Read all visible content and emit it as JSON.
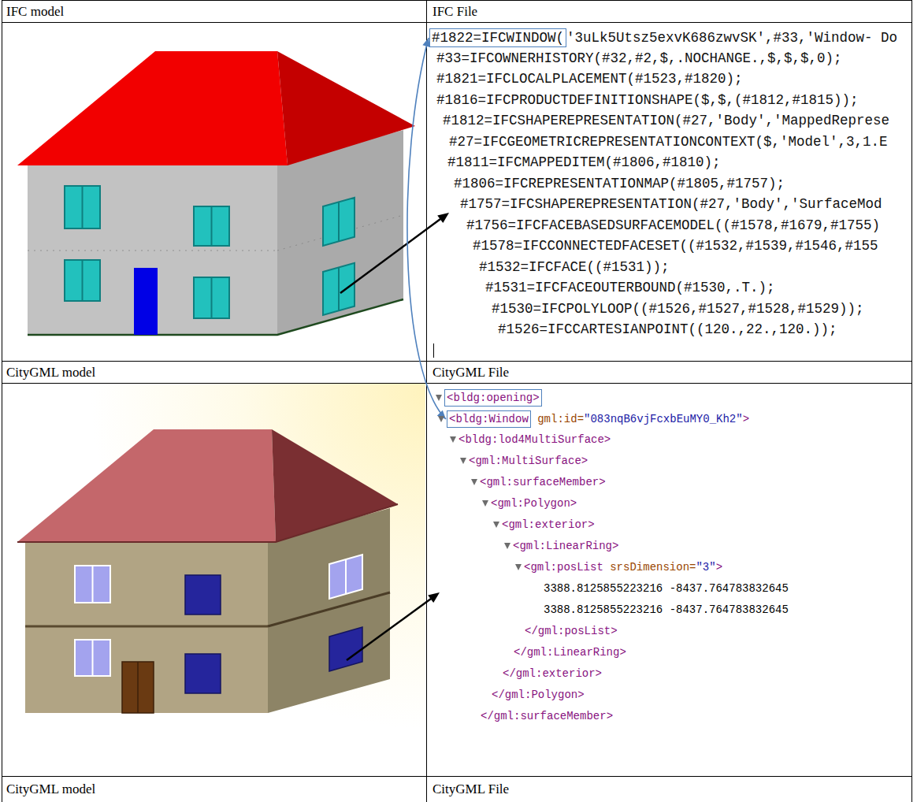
{
  "diagram": {
    "nodes": [
      {
        "text": [
          "#1822=IFCWINDOW("
        ]
      },
      {
        "text": [
          "<bldg:opening>"
        ]
      },
      {
        "text": [
          "<bldg:Window"
        ]
      }
    ],
    "edges": [
      {
        "from": 0,
        "to": 2,
        "arrow": "both"
      }
    ],
    "labels": [
      "IFC model",
      "IFC File",
      "CityGML model",
      "CityGML File",
      "CityGML model",
      "CityGML File",
      "'3uLk5Utsz5exvK686zwvSK',#33,'Window- Do",
      "#33=IFCOWNERHISTORY(#32,#2,$,.NOCHANGE.,$,$,$,0);",
      "#1821=IFCLOCALPLACEMENT(#1523,#1820);",
      "#1816=IFCPRODUCTDEFINITIONSHAPE($,$,(#1812,#1815));",
      "#1812=IFCSHAPEREPRESENTATION(#27,'Body','MappedReprese",
      "#27=IFCGEOMETRICREPRESENTATIONCONTEXT($,'Model',3,1.E",
      "#1811=IFCMAPPEDITEM(#1806,#1810);",
      "#1806=IFCREPRESENTATIONMAP(#1805,#1757);",
      "#1757=IFCSHAPEREPRESENTATION(#27,'Body','SurfaceMod",
      "#1756=IFCFACEBASEDSURFACEMODEL((#1578,#1679,#1755)",
      "#1578=IFCCONNECTEDFACESET((#1532,#1539,#1546,#155",
      "#1532=IFCFACE((#1531));",
      "#1531=IFCFACEOUTERBOUND(#1530,.T.);",
      "#1530=IFCPOLYLOOP((#1526,#1527,#1528,#1529));",
      "#1526=IFCCARTESIANPOINT((120.,22.,120.));",
      "gml:id=",
      "\"083nqB6vjFcxbEuMY0_Kh2\"",
      ">",
      "<bldg:lod4MultiSurface>",
      "<gml:MultiSurface>",
      "<gml:surfaceMember>",
      "<gml:Polygon>",
      "<gml:exterior>",
      "<gml:LinearRing>",
      "<gml:posList",
      "srsDimension=",
      "\"3\"",
      ">",
      "3388.8125855223216 -8437.764783832645",
      "3388.8125855223216 -8437.764783832645",
      "</gml:posList>",
      "</gml:LinearRing>",
      "</gml:exterior>",
      "</gml:Polygon>",
      "</gml:surfaceMember>"
    ]
  }
}
